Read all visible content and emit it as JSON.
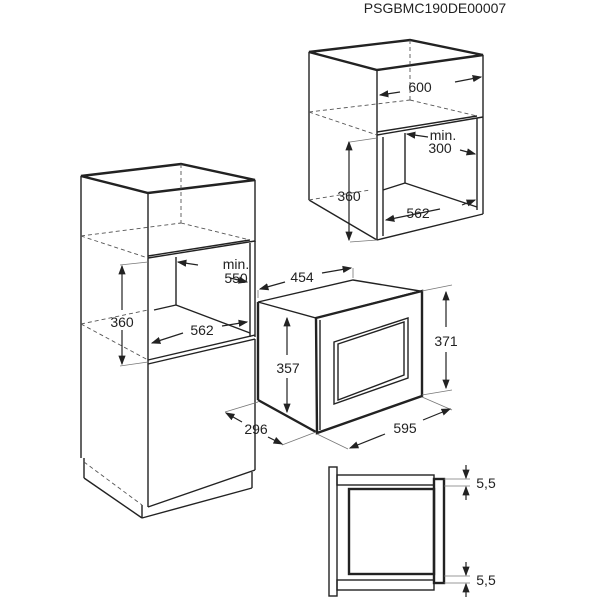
{
  "code": "PSGBMC190DE00007",
  "cabinet_top": {
    "width": "600",
    "min_label": "min.",
    "min_value": "300",
    "height": "360",
    "depth": "562"
  },
  "cabinet_tall": {
    "min_label": "min.",
    "min_value": "550",
    "height": "360",
    "depth": "562"
  },
  "appliance": {
    "width_top": "454",
    "height_side": "357",
    "height_front": "371",
    "depth": "296",
    "width_front": "595"
  },
  "profile": {
    "gap_top": "5,5",
    "gap_bottom": "5,5"
  }
}
